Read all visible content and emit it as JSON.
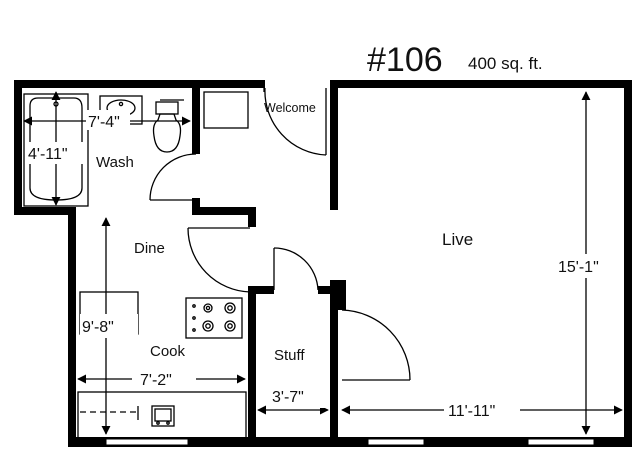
{
  "unit": {
    "number": "#106",
    "area": "400 sq. ft."
  },
  "rooms": {
    "wash": "Wash",
    "dine": "Dine",
    "cook": "Cook",
    "live": "Live",
    "stuff": "Stuff",
    "welcome": "Welcome"
  },
  "dimensions": {
    "wash_width": "7'-4\"",
    "wash_depth": "4'-11\"",
    "cook_depth": "9'-8\"",
    "cook_width": "7'-2\"",
    "stuff_width": "3'-7\"",
    "live_width": "11'-11\"",
    "live_height": "15'-1\""
  },
  "icons": {
    "tub": "bathtub-icon",
    "sink": "sink-icon",
    "toilet": "toilet-icon",
    "stove": "stove-icon",
    "kitchen_sink": "kitchen-sink-icon"
  }
}
